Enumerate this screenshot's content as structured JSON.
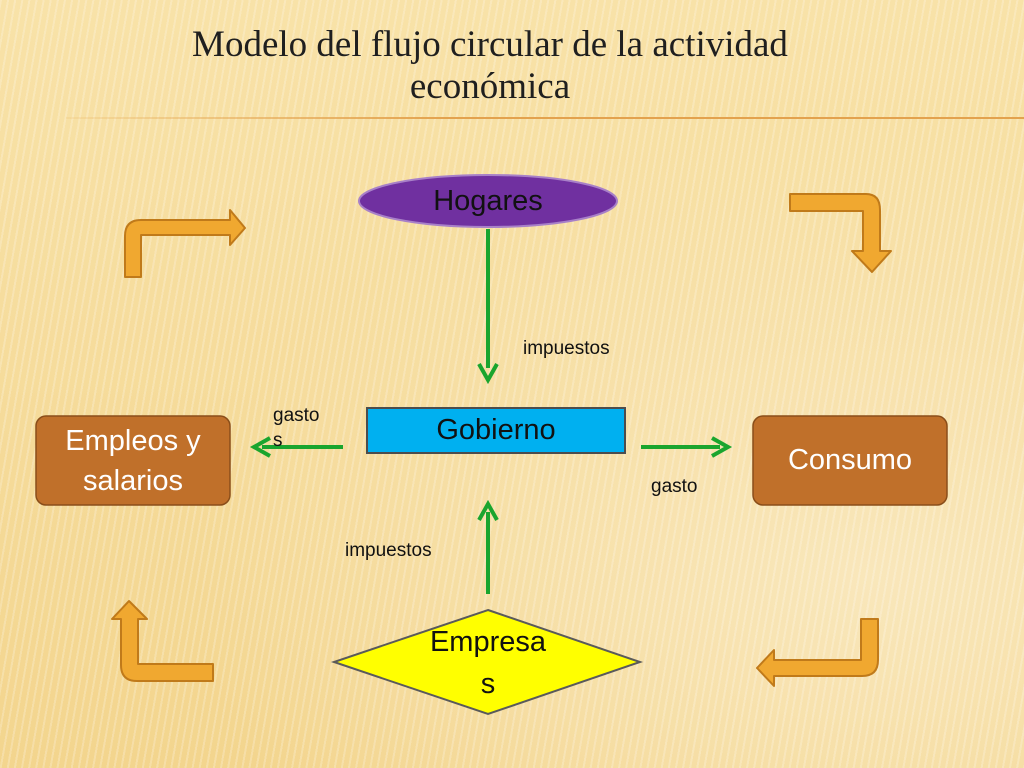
{
  "title": "Modelo del flujo circular de la actividad económica",
  "nodes": {
    "hogares": "Hogares",
    "gobierno": "Gobierno",
    "empleos": "Empleos y salarios",
    "consumo": "Consumo",
    "empresas": "Empresa s"
  },
  "flows": {
    "hogares_impuestos": "impuestos",
    "empresas_impuestos": "impuestos",
    "gasto_empleos": "gasto s",
    "gasto_consumo": "gasto"
  },
  "colors": {
    "hogares_fill": "#7030a0",
    "gobierno_fill": "#00b0f0",
    "box_fill": "#c0702a",
    "empresas_fill": "#ffff00",
    "flow_arrow": "#1aa52e",
    "cycle_arrow": "#f0a830"
  }
}
